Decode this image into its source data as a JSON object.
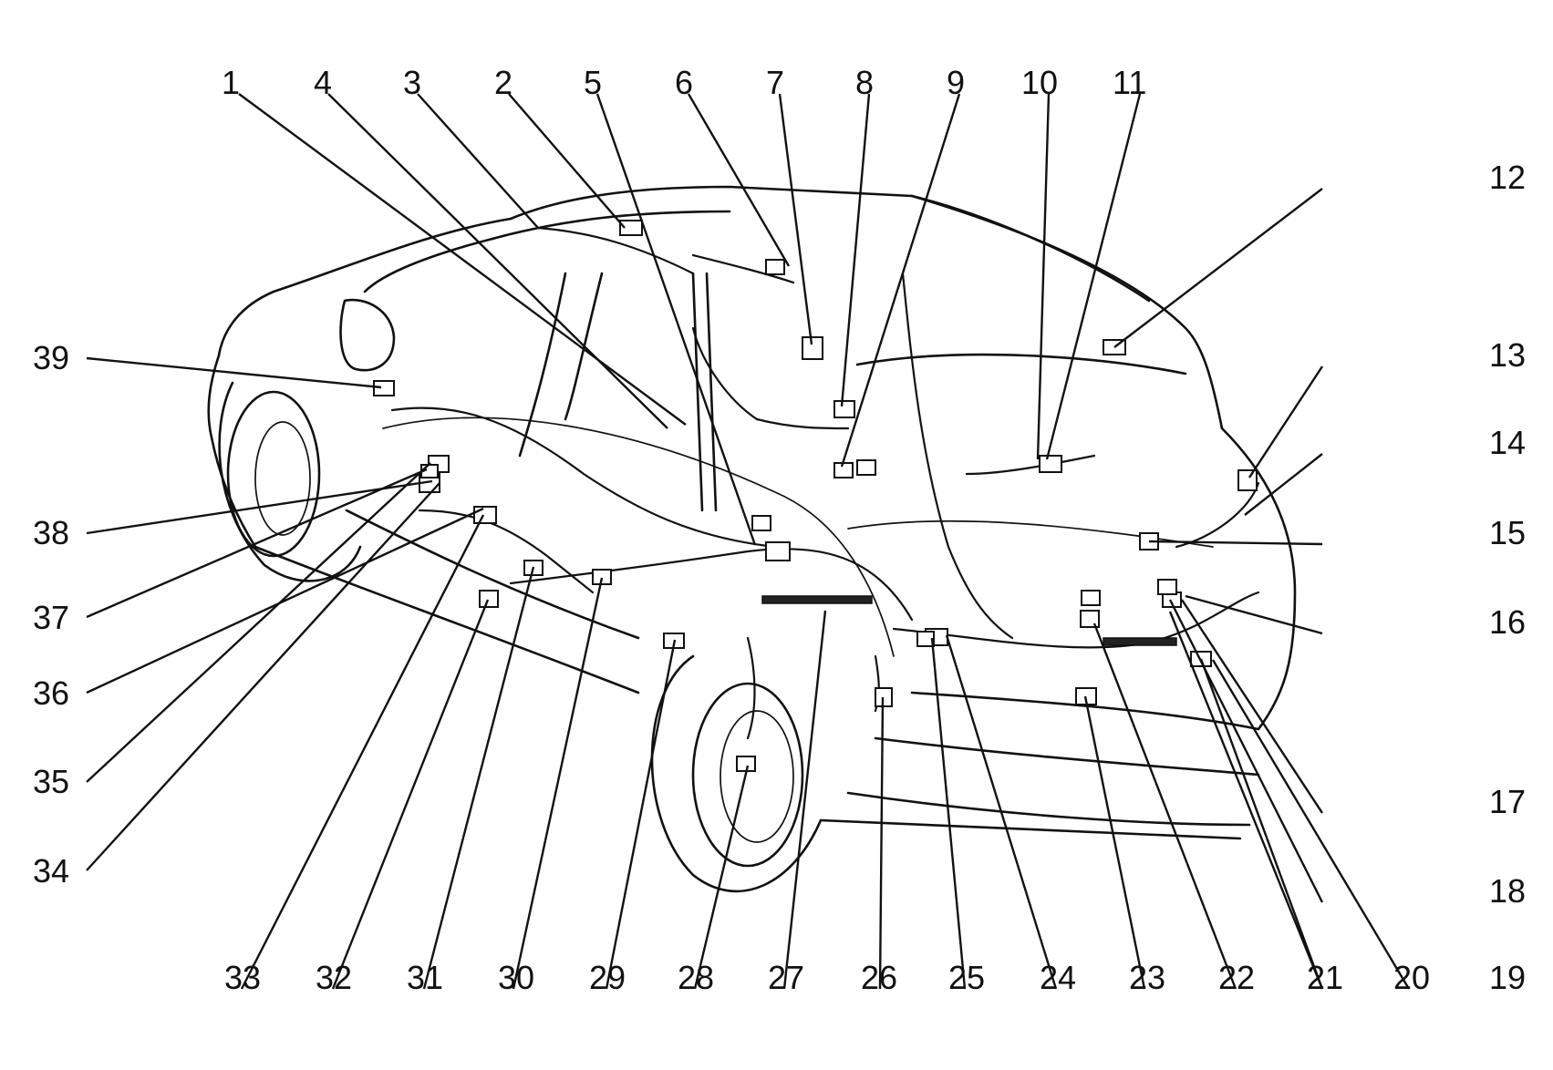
{
  "callouts": [
    {
      "n": "1"
    },
    {
      "n": "4"
    },
    {
      "n": "3"
    },
    {
      "n": "2"
    },
    {
      "n": "5"
    },
    {
      "n": "6"
    },
    {
      "n": "7"
    },
    {
      "n": "8"
    },
    {
      "n": "9"
    },
    {
      "n": "10"
    },
    {
      "n": "11"
    },
    {
      "n": "12"
    },
    {
      "n": "13"
    },
    {
      "n": "14"
    },
    {
      "n": "15"
    },
    {
      "n": "16"
    },
    {
      "n": "17"
    },
    {
      "n": "18"
    },
    {
      "n": "19"
    },
    {
      "n": "20"
    },
    {
      "n": "21"
    },
    {
      "n": "22"
    },
    {
      "n": "23"
    },
    {
      "n": "24"
    },
    {
      "n": "25"
    },
    {
      "n": "26"
    },
    {
      "n": "27"
    },
    {
      "n": "28"
    },
    {
      "n": "29"
    },
    {
      "n": "30"
    },
    {
      "n": "31"
    },
    {
      "n": "32"
    },
    {
      "n": "33"
    },
    {
      "n": "34"
    },
    {
      "n": "35"
    },
    {
      "n": "36"
    },
    {
      "n": "37"
    },
    {
      "n": "38"
    },
    {
      "n": "39"
    }
  ]
}
